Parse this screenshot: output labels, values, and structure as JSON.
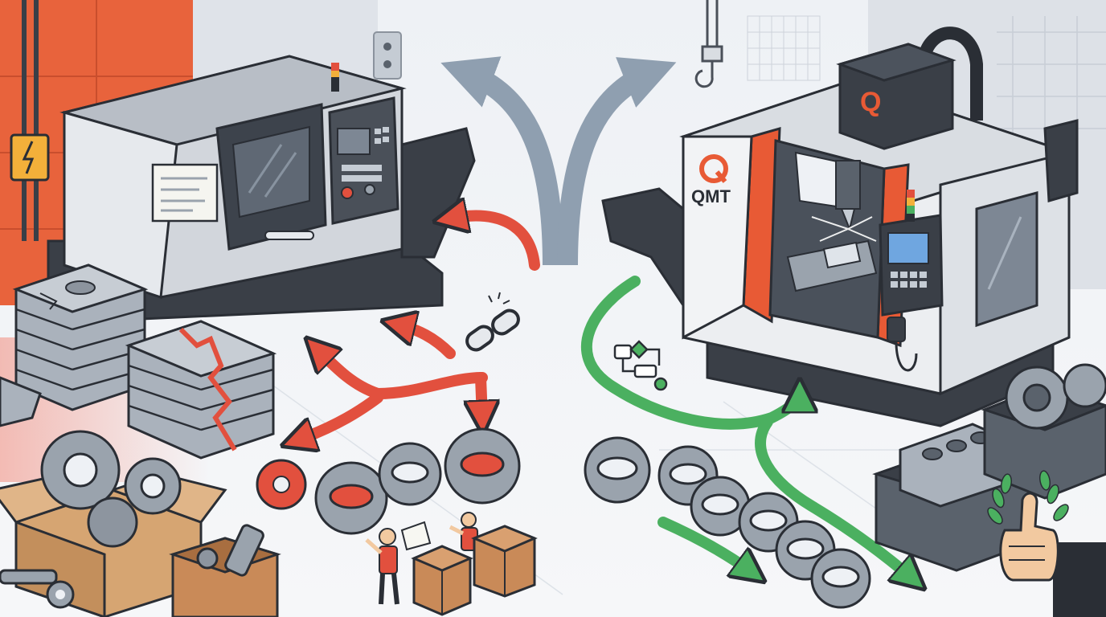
{
  "brand": {
    "logo_letter": "Q",
    "name": "QMT",
    "accent": "#e85a35",
    "dark": "#2a2e35"
  },
  "palette": {
    "problem_red": "#e2503e",
    "success_green": "#4bb060",
    "neutral_arrow": "#8f9fb0",
    "steel": "#9aa3ad",
    "wood": "#c98a58",
    "cardboard": "#d6a572"
  },
  "icons": {
    "broken_link": "broken-chain-link",
    "workflow": "workflow-diagram",
    "approval": "thumbs-up",
    "laurel": "laurel-branch",
    "hook": "crane-hook",
    "warning": "lightning-bolt"
  }
}
